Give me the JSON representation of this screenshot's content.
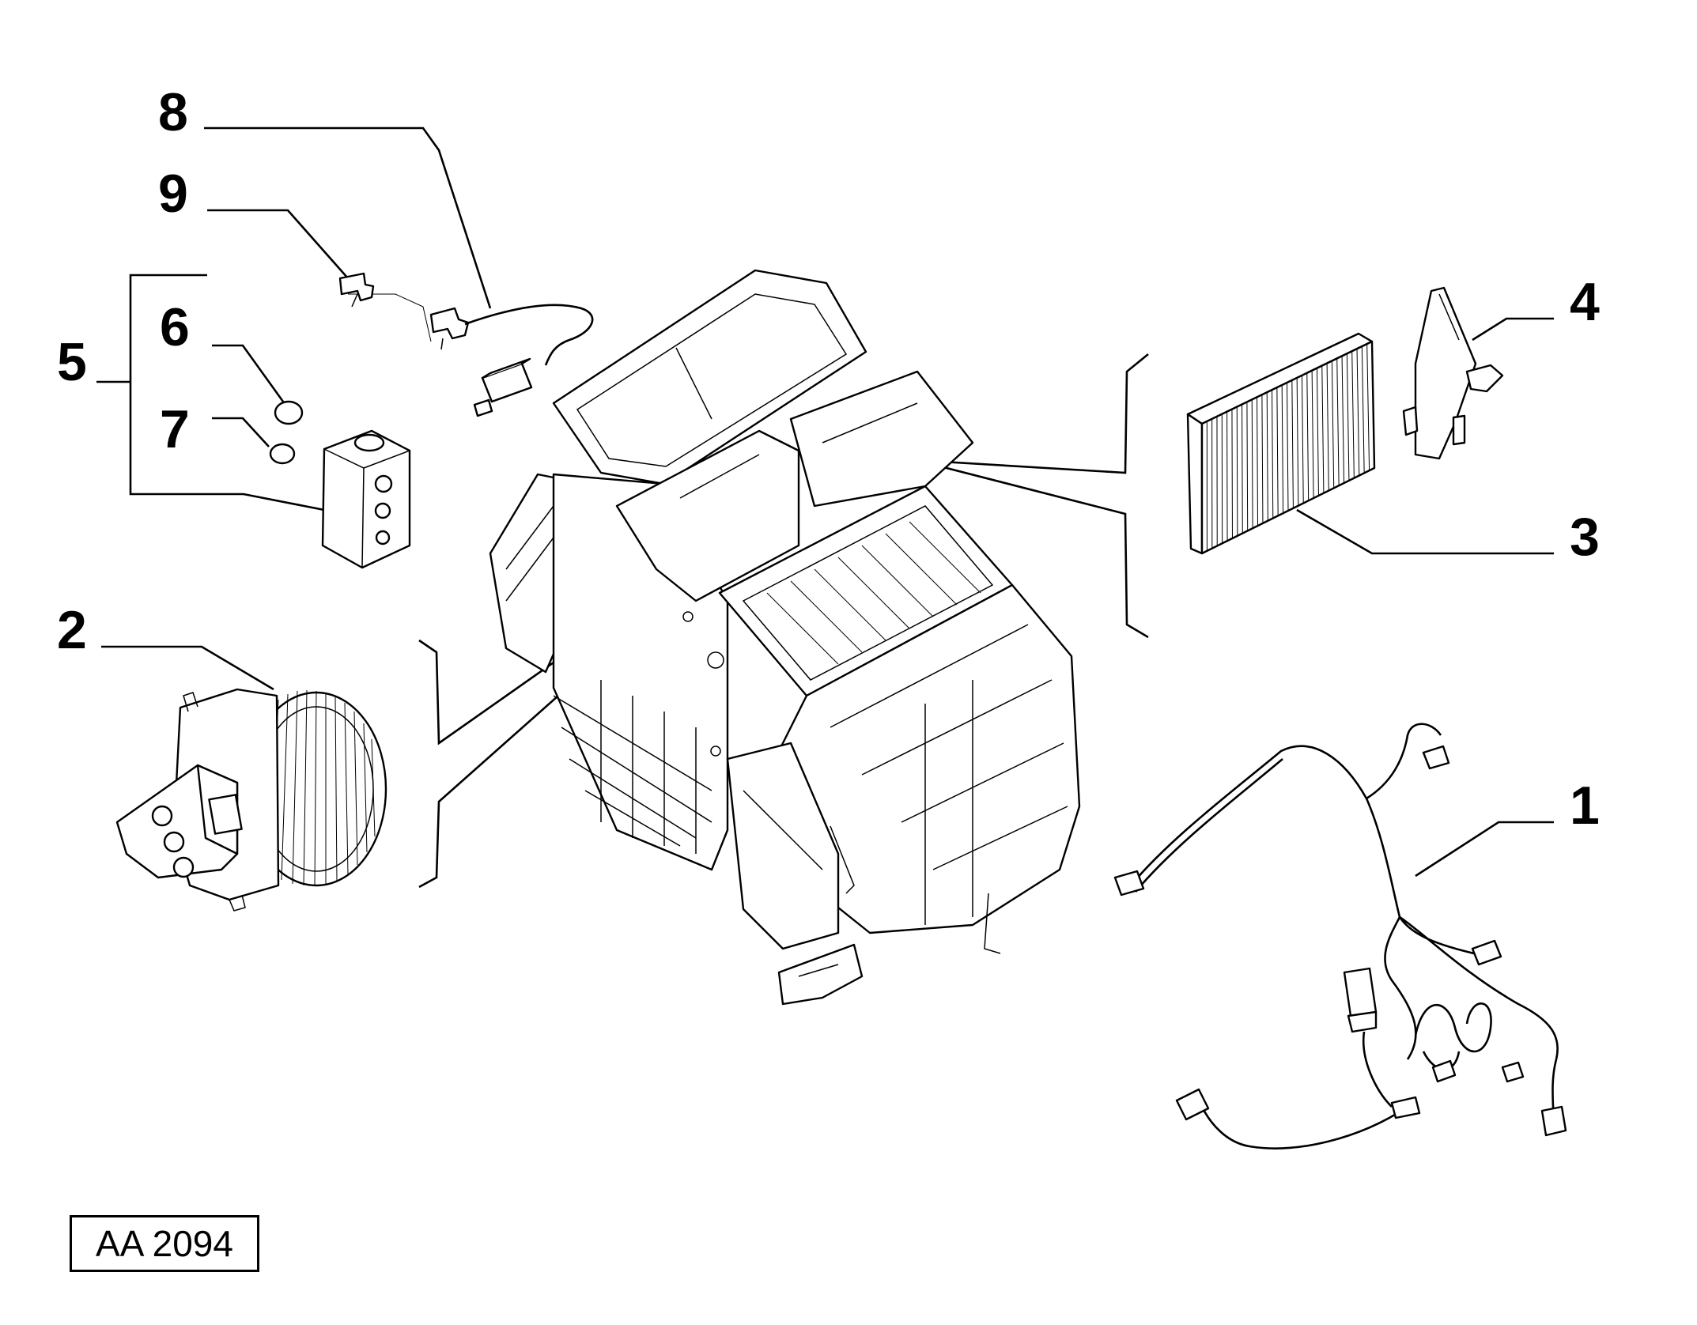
{
  "callouts": {
    "c1": "1",
    "c2": "2",
    "c3": "3",
    "c4": "4",
    "c5": "5",
    "c6": "6",
    "c7": "7",
    "c8": "8",
    "c9": "9"
  },
  "reference_code": "AA 2094"
}
